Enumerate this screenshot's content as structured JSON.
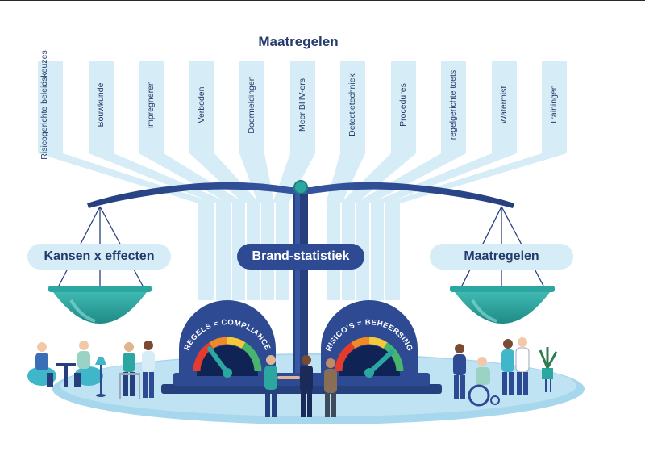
{
  "title": "Maatregelen",
  "measures": [
    "Risicogerichte beleidskeuzes",
    "Bouwkunde",
    "Impregneren",
    "Verboden",
    "Doormeldingen",
    "Meer BHV-ers",
    "Detectietechniek",
    "Procedures",
    "regelgerichte toets",
    "Watermist",
    "Trainingen"
  ],
  "left_pan_label": "Kansen x effecten",
  "center_label": "Brand-statistiek",
  "right_pan_label": "Maatregelen",
  "gauges": [
    {
      "label": "REGELS = COMPLIANCE"
    },
    {
      "label": "RISICO'S = BEHEERSING"
    }
  ],
  "colors": {
    "navy": "#243b6b",
    "beam": "#2e4a92",
    "light_blue": "#d6ecf6",
    "teal": "#2ba6a0",
    "platform": "#9fd2ea"
  }
}
